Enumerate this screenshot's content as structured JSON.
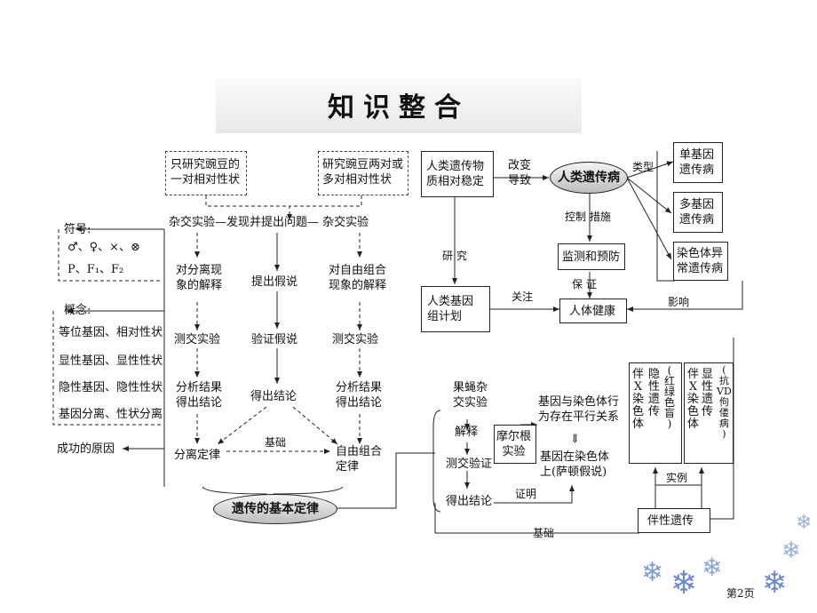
{
  "banner": {
    "title": "知识整合"
  },
  "left": {
    "box_single": "只研究豌豆的\n一对相对性状",
    "box_double": "研究豌豆两对或\n多对相对性状",
    "symbols_label": "符号:",
    "symbols_line": "♂、♀、×、⊗",
    "symbols_f": "P、F₁、F₂",
    "concept_label": "概念:",
    "concepts": [
      "等位基因、相对性状",
      "显性基因、显性性状",
      "隐性基因、隐性性状",
      "基因分离、性状分离"
    ],
    "success_label": "成功的原因",
    "row1": "杂交实验—发现并提出问题— 杂交实验",
    "explain_left": "对分离现\n象的解释",
    "hypothesis": "提出假说",
    "explain_right": "对自由组合\n现象的解释",
    "test_left": "测交实验",
    "verify": "验证假说",
    "test_right": "测交实验",
    "analysis_left": "分析结果\n得出结论",
    "conclusion": "得出结论",
    "analysis_right": "分析结果\n得出结论",
    "law_left": "分离定律",
    "basis": "基础",
    "law_right": "自由组合\n定律",
    "oval": "遗传的基本定律"
  },
  "right": {
    "material": "人类遗传物\n质相对稳定",
    "change": "改变\n导致",
    "disease_oval": "人类遗传病",
    "type": "类型",
    "single_gene": "单基因\n遗传病",
    "multi_gene": "多基因\n遗传病",
    "chromosome": "染色体异\n常遗传病",
    "control": "控制 措施",
    "research": "研 究",
    "monitor": "监测和预防",
    "guarantee": "保 证",
    "genome": "人类基因\n组计划",
    "focus": "关注",
    "health": "人体健康",
    "influence": "影响"
  },
  "bottom": {
    "fruitfly": "果蝇杂\n交实验",
    "interpret": "解释",
    "testcross": "测交验证",
    "conclude": "得出结论",
    "morgan": "摩尔根\n实验",
    "parallel": "基因与染色体行\n为存在平行关系",
    "arrow": "⇓",
    "on_chrom": "基因在染色体\n上(萨顿假说)",
    "prove": "证明",
    "recessive_a": "伴\nX\n染\n色\n体",
    "recessive_b": "隐\n性\n遗\n传",
    "recessive_c": "(\n红\n绿\n色\n盲\n)",
    "dominant_a": "伴\nX\n染\n色\n体",
    "dominant_b": "显\n性\n遗\n传",
    "dominant_c": "(\n抗\nVD\n佝\n偻\n病\n)",
    "example": "实例",
    "sex_linked": "伴性遗传",
    "basis2": "基础",
    "page": "第2页"
  }
}
